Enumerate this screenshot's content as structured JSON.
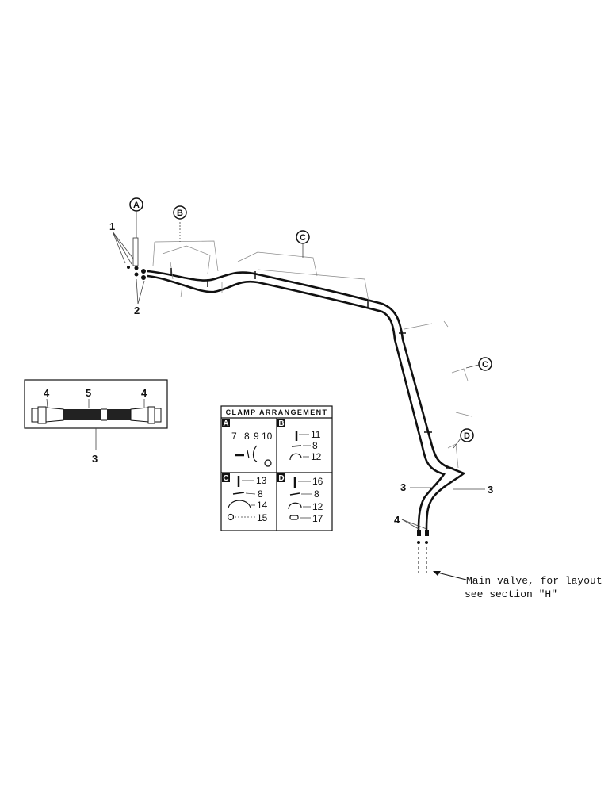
{
  "callouts": {
    "section_a": "A",
    "section_b": "B",
    "section_c_upper": "C",
    "section_c_lower": "C",
    "section_d": "D"
  },
  "part_labels": {
    "p1": "1",
    "p2": "2",
    "p3_hose": "3",
    "p3_left": "3",
    "p3_right": "3",
    "p4_bottom": "4",
    "inset_p4_left": "4",
    "inset_p5": "5",
    "inset_p4_right": "4"
  },
  "clamp_table": {
    "title": "CLAMP ARRANGEMENT",
    "a": {
      "letter": "A",
      "parts": [
        "7",
        "8",
        "9",
        "10"
      ]
    },
    "b": {
      "letter": "B",
      "parts": [
        "11",
        "8",
        "12"
      ]
    },
    "c": {
      "letter": "C",
      "parts": [
        "13",
        "8",
        "14",
        "15"
      ]
    },
    "d": {
      "letter": "D",
      "parts": [
        "16",
        "8",
        "12",
        "17"
      ]
    }
  },
  "note": {
    "line1": "Main valve, for layout",
    "line2": "see section \"H\""
  }
}
